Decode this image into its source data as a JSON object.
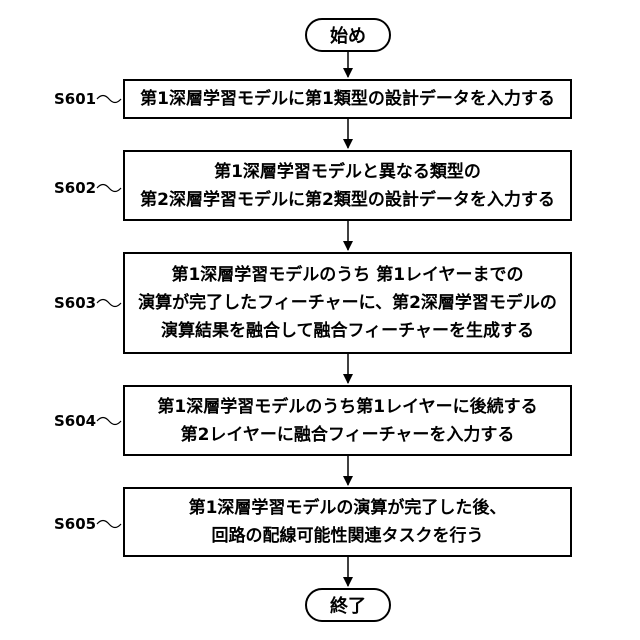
{
  "start": "始め",
  "end": "終了",
  "steps": [
    {
      "id": "S601",
      "lines": [
        "第1深層学習モデルに第1類型の設計データを入力する"
      ]
    },
    {
      "id": "S602",
      "lines": [
        "第1深層学習モデルと異なる類型の",
        "第2深層学習モデルに第2類型の設計データを入力する"
      ]
    },
    {
      "id": "S603",
      "lines": [
        "第1深層学習モデルのうち 第1レイヤーまでの",
        "演算が完了したフィーチャーに、第2深層学習モデルの",
        "演算結果を融合して融合フィーチャーを生成する"
      ]
    },
    {
      "id": "S604",
      "lines": [
        "第1深層学習モデルのうち第1レイヤーに後続する",
        "第2レイヤーに融合フィーチャーを入力する"
      ]
    },
    {
      "id": "S605",
      "lines": [
        "第1深層学習モデルの演算が完了した後、",
        "回路の配線可能性関連タスクを行う"
      ]
    }
  ]
}
